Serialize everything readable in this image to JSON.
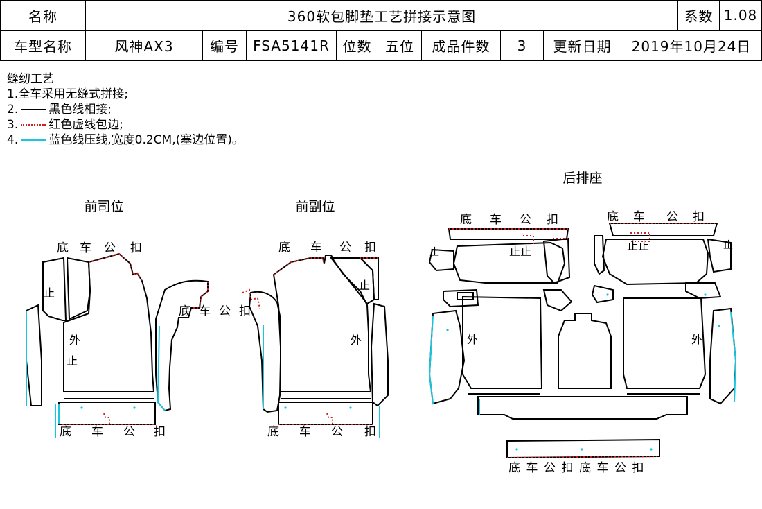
{
  "header": {
    "name_label": "名称",
    "title": "360软包脚垫工艺拼接示意图",
    "coef_label": "系数",
    "coef_value": "1.08",
    "model_label": "车型名称",
    "model_value": "风神AX3",
    "code_label": "编号",
    "code_value": "FSA5141R",
    "seat_label": "位数",
    "seat_value": "五位",
    "pieces_label": "成品件数",
    "pieces_value": "3",
    "update_label": "更新日期",
    "update_value": "2019年10月24日"
  },
  "notes": {
    "title": "缝纫工艺",
    "line1": "1.全车采用无缝式拼接;",
    "line2_num": "2.",
    "line2_text": "黑色线相接;",
    "line3_num": "3.",
    "line3_text": "红色虚线包边;",
    "line4_num": "4.",
    "line4_text": "蓝色线压线,宽度0.2CM,(塞边位置)。"
  },
  "sections": {
    "driver": "前司位",
    "passenger": "前副位",
    "rear": "后排座"
  },
  "labels": {
    "buckle_chars": [
      "底",
      "车",
      "公",
      "扣"
    ],
    "stop": "止",
    "outer": "外",
    "stopstop": "止止",
    "bottom_long": "底车公扣底车公扣"
  },
  "colors": {
    "outline": "#000000",
    "red_dotted": "#d12020",
    "cyan": "#19c6de"
  }
}
